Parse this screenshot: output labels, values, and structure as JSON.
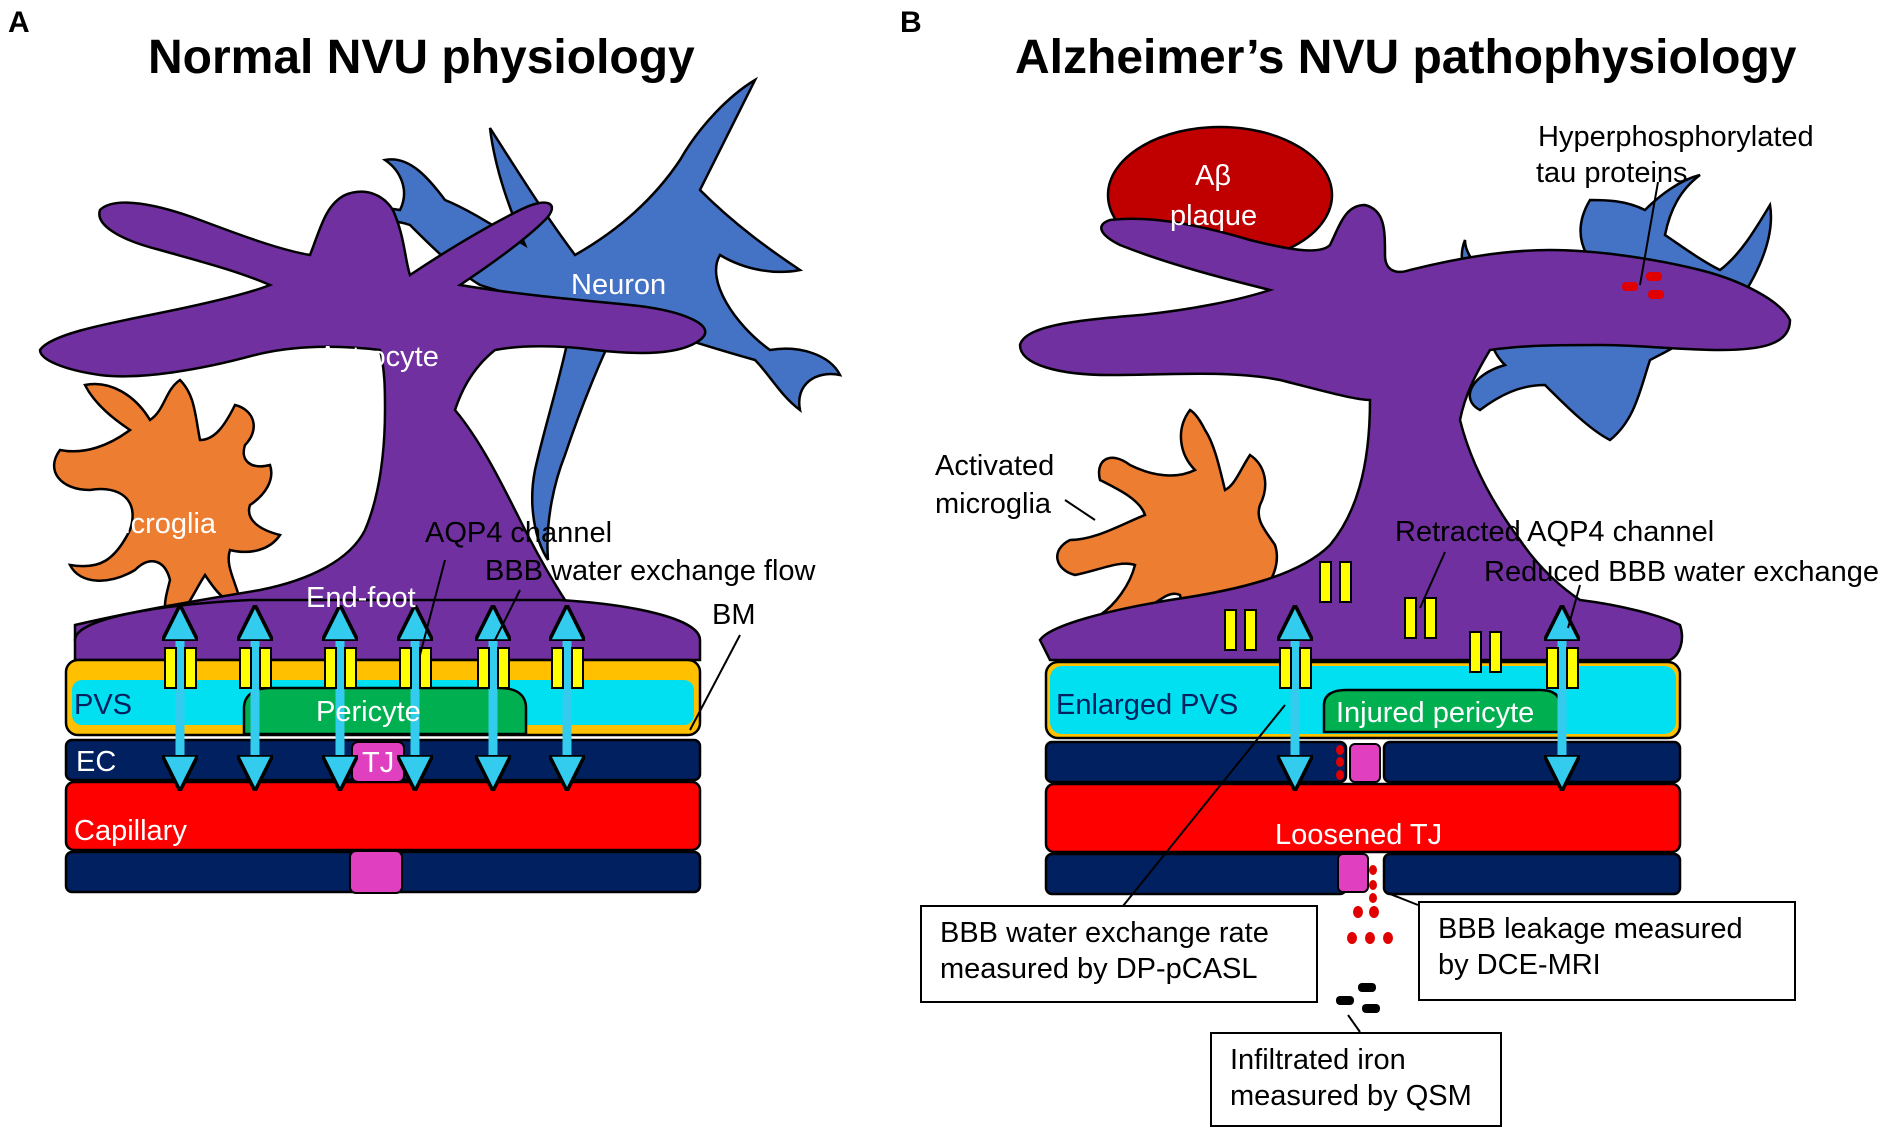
{
  "panels": [
    {
      "letter": "A",
      "title": "Normal NVU physiology"
    },
    {
      "letter": "B",
      "title": "Alzheimer’s NVU pathophysiology"
    }
  ],
  "labels_a": {
    "astrocyte": "Astrocyte",
    "neuron": "Neuron",
    "microglia": "Microglia",
    "end_foot": "End-foot",
    "aqp4": "AQP4 channel",
    "bbb_flow": "BBB water exchange flow",
    "bm": "BM",
    "pvs": "PVS",
    "pericyte": "Pericyte",
    "ec": "EC",
    "tj": "TJ",
    "capillary": "Capillary"
  },
  "labels_b": {
    "abeta_line1": "Aβ",
    "abeta_line2": "plaque",
    "tau_line1": "Hyperphosphorylated",
    "tau_line2": "tau proteins",
    "microglia_line1": "Activated",
    "microglia_line2": "microglia",
    "retracted_aqp4": "Retracted AQP4 channel",
    "reduced_bbb": "Reduced BBB water exchange",
    "enlarged_pvs": "Enlarged PVS",
    "injured_pericyte": "Injured pericyte",
    "loosened_tj": "Loosened TJ"
  },
  "boxes": {
    "dp_pcasl": [
      "BBB water exchange rate",
      "measured by DP-pCASL"
    ],
    "dce_mri": [
      "BBB leakage measured",
      "by DCE-MRI"
    ],
    "qsm": [
      "Infiltrated iron",
      "measured by QSM"
    ]
  },
  "colors": {
    "astrocyte": "#7030A0",
    "neuron": "#4472C4",
    "microglia": "#ED7D31",
    "pvs": "#00E0F0",
    "bm": "#FFC000",
    "pericyte": "#00B050",
    "endothelium": "#002060",
    "capillary": "#FF0000",
    "tight_junction": "#E040C0",
    "aqp4": "#FFFF00",
    "arrow": "#33CCEE",
    "abeta": "#C00000"
  }
}
